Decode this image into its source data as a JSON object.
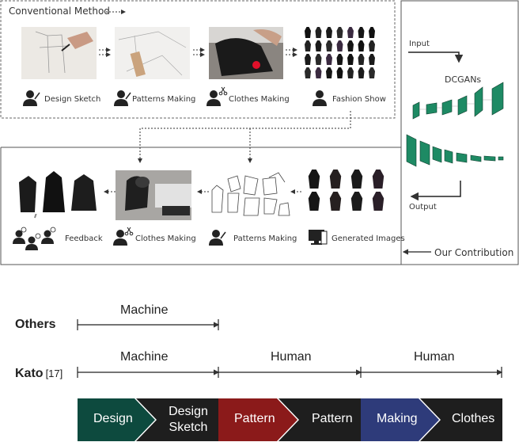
{
  "top_box": {
    "title": "Conventional Method",
    "steps": [
      "Design Sketch",
      "Patterns Making",
      "Clothes Making",
      "Fashion Show"
    ]
  },
  "bottom_box": {
    "steps": [
      "Feedback",
      "Clothes Making",
      "Patterns Making",
      "Generated Images"
    ]
  },
  "right_panel": {
    "input_label": "Input",
    "model_label": "DCGANs",
    "output_label": "Output",
    "legend": "Our Contribution"
  },
  "comparison": {
    "rows": [
      {
        "name": "Others",
        "segments": [
          "Machine"
        ]
      },
      {
        "name": "Kato",
        "citation": "[17]",
        "segments": [
          "Machine",
          "Human",
          "Human"
        ]
      }
    ],
    "chevrons": [
      "Design",
      "Design Sketch",
      "Pattern",
      "Pattern",
      "Making",
      "Clothes"
    ],
    "colors": {
      "design": "#0d4a3e",
      "pattern": "#8b1a1a",
      "making": "#2e3b7a",
      "dark": "#1e1e1e",
      "box_border": "#555555"
    }
  }
}
